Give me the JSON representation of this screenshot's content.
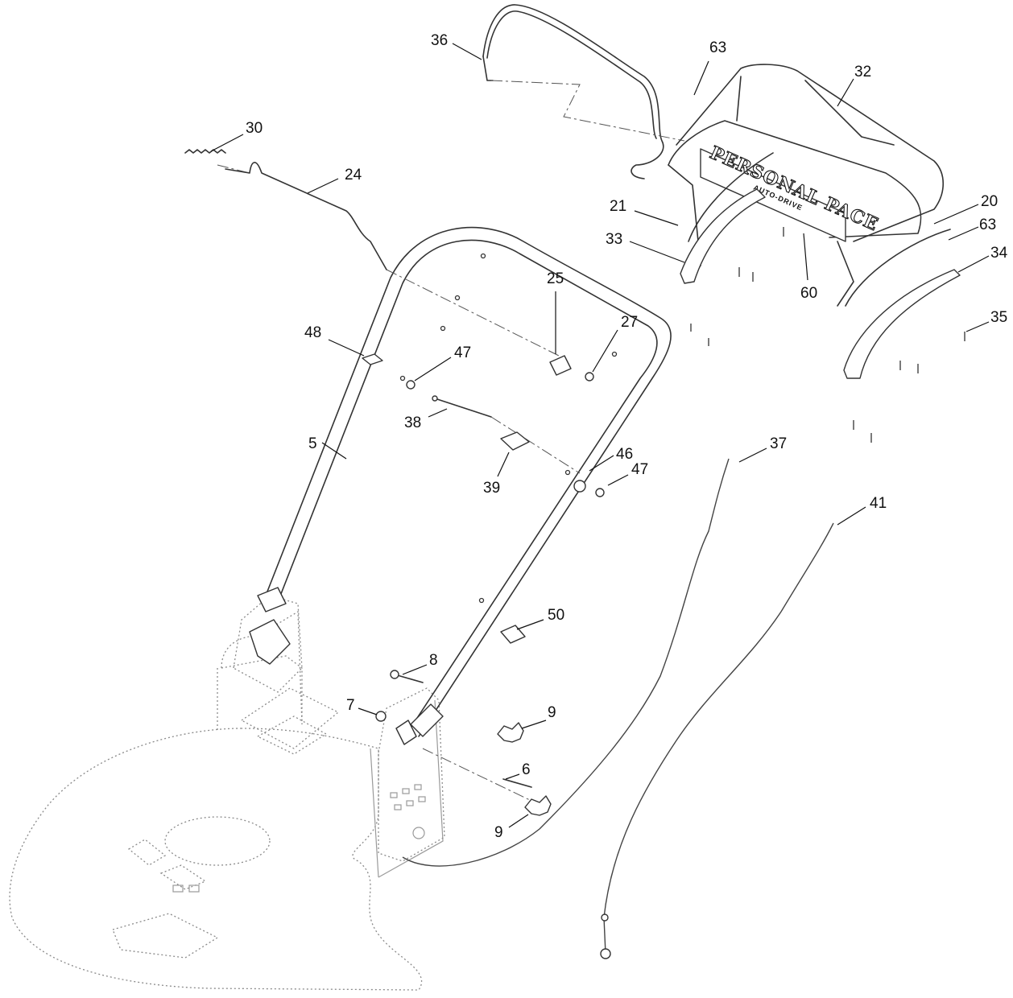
{
  "diagram": {
    "decal": {
      "main": "PERSONAL PACE",
      "sub": "AUTO-DRIVE"
    },
    "callouts": [
      {
        "id": "36",
        "label": "36"
      },
      {
        "id": "63a",
        "label": "63"
      },
      {
        "id": "32",
        "label": "32"
      },
      {
        "id": "30",
        "label": "30"
      },
      {
        "id": "24",
        "label": "24"
      },
      {
        "id": "21",
        "label": "21"
      },
      {
        "id": "20",
        "label": "20"
      },
      {
        "id": "63b",
        "label": "63"
      },
      {
        "id": "33",
        "label": "33"
      },
      {
        "id": "34",
        "label": "34"
      },
      {
        "id": "60",
        "label": "60"
      },
      {
        "id": "25",
        "label": "25"
      },
      {
        "id": "27",
        "label": "27"
      },
      {
        "id": "35",
        "label": "35"
      },
      {
        "id": "48",
        "label": "48"
      },
      {
        "id": "47a",
        "label": "47"
      },
      {
        "id": "38",
        "label": "38"
      },
      {
        "id": "5",
        "label": "5"
      },
      {
        "id": "37",
        "label": "37"
      },
      {
        "id": "46",
        "label": "46"
      },
      {
        "id": "47b",
        "label": "47"
      },
      {
        "id": "39",
        "label": "39"
      },
      {
        "id": "41",
        "label": "41"
      },
      {
        "id": "50",
        "label": "50"
      },
      {
        "id": "8",
        "label": "8"
      },
      {
        "id": "7",
        "label": "7"
      },
      {
        "id": "9a",
        "label": "9"
      },
      {
        "id": "6",
        "label": "6"
      },
      {
        "id": "9b",
        "label": "9"
      }
    ]
  }
}
